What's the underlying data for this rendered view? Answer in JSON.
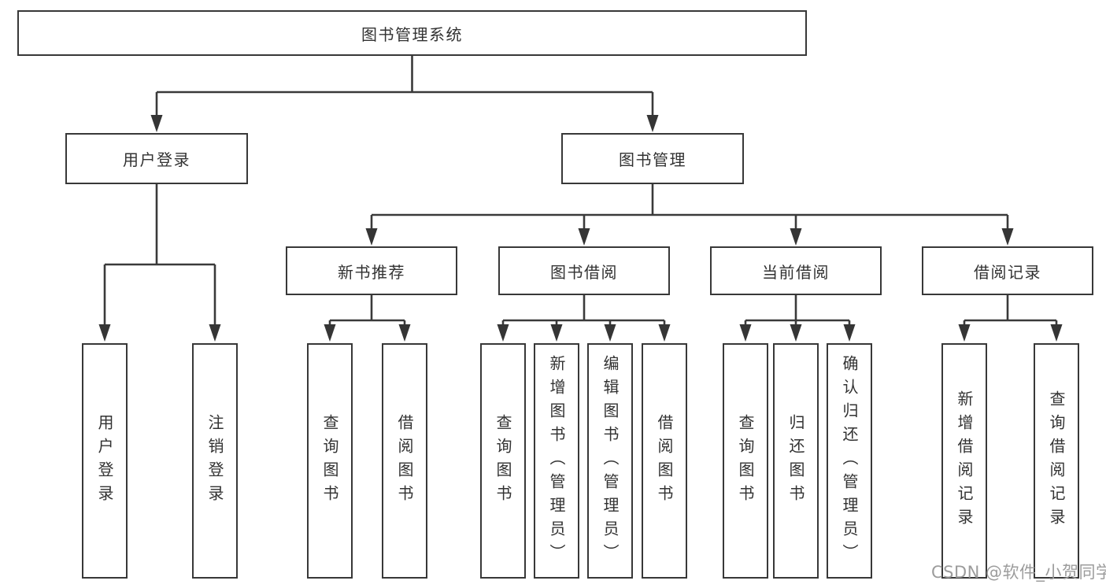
{
  "diagram_title": "图书管理系统",
  "tree": {
    "root": {
      "label": "图书管理系统"
    },
    "branches": [
      {
        "label": "用户登录",
        "children": [
          {
            "label": "用户登录"
          },
          {
            "label": "注销登录"
          }
        ]
      },
      {
        "label": "图书管理",
        "children": [
          {
            "label": "新书推荐",
            "children": [
              {
                "label": "查询图书"
              },
              {
                "label": "借阅图书"
              }
            ]
          },
          {
            "label": "图书借阅",
            "children": [
              {
                "label": "查询图书"
              },
              {
                "label": "新增图书（管理员）"
              },
              {
                "label": "编辑图书（管理员）"
              },
              {
                "label": "借阅图书"
              }
            ]
          },
          {
            "label": "当前借阅",
            "children": [
              {
                "label": "查询图书"
              },
              {
                "label": "归还图书"
              },
              {
                "label": "确认归还（管理员）"
              }
            ]
          },
          {
            "label": "借阅记录",
            "children": [
              {
                "label": "新增借阅记录"
              },
              {
                "label": "查询借阅记录"
              }
            ]
          }
        ]
      }
    ]
  },
  "watermark": {
    "text": "CSDN @软件_小贺同学"
  },
  "colors": {
    "line": "#3a3a3a",
    "border": "#383838",
    "text": "#323232",
    "watermark": "#9c9c9c",
    "background": "#ffffff"
  }
}
